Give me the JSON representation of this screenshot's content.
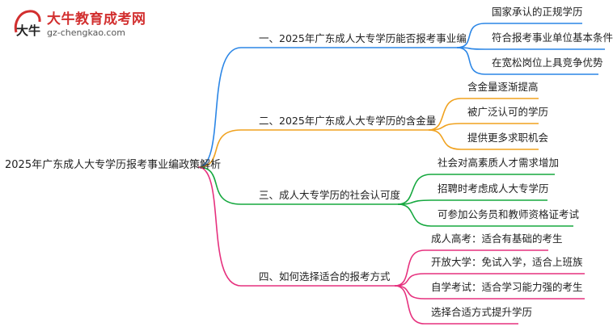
{
  "logo": {
    "title": "大牛教育成考网",
    "url": "gz-chengkao.com",
    "mark_text": "大牛"
  },
  "colors": {
    "blue": "#2b86e6",
    "orange": "#f0a21f",
    "green": "#16a83f",
    "pink": "#e6317e",
    "title_red": "#d22f2f"
  },
  "mindmap": {
    "root": "2025年广东成人大专学历报考事业编政策解析",
    "branches": [
      {
        "label": "一、2025年广东成人大专学历能否报考事业编",
        "color": "blue",
        "children": [
          "国家承认的正规学历",
          "符合报考事业单位基本条件",
          "在宽松岗位上具竞争优势"
        ]
      },
      {
        "label": "二、2025年广东成人大专学历的含金量",
        "color": "orange",
        "children": [
          "含金量逐渐提高",
          "被广泛认可的学历",
          "提供更多求职机会"
        ]
      },
      {
        "label": "三、成人大专学历的社会认可度",
        "color": "green",
        "children": [
          "社会对高素质人才需求增加",
          "招聘时考虑成人大专学历",
          "可参加公务员和教师资格证考试"
        ]
      },
      {
        "label": "四、如何选择适合的报考方式",
        "color": "pink",
        "children": [
          "成人高考：适合有基础的考生",
          "开放大学：免试入学，适合上班族",
          "自学考试：适合学习能力强的考生",
          "选择合适方式提升学历"
        ]
      }
    ]
  }
}
